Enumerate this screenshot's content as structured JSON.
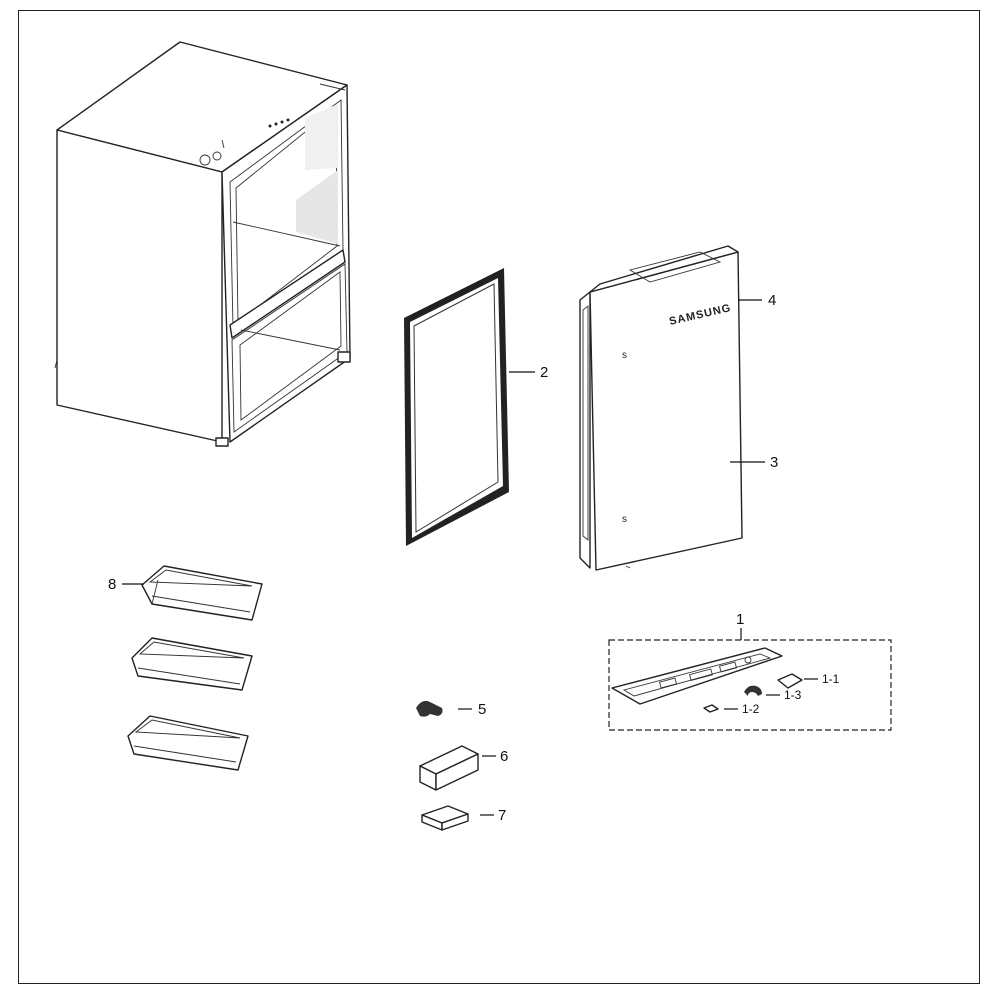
{
  "diagram": {
    "brand_text": "SAMSUNG",
    "callouts": [
      {
        "id": "c1",
        "label": "1"
      },
      {
        "id": "c1-1",
        "label": "1-1"
      },
      {
        "id": "c1-2",
        "label": "1-2"
      },
      {
        "id": "c1-3",
        "label": "1-3"
      },
      {
        "id": "c2",
        "label": "2"
      },
      {
        "id": "c3",
        "label": "3"
      },
      {
        "id": "c4",
        "label": "4"
      },
      {
        "id": "c5",
        "label": "5"
      },
      {
        "id": "c6",
        "label": "6"
      },
      {
        "id": "c7",
        "label": "7"
      },
      {
        "id": "c8",
        "label": "8"
      }
    ]
  }
}
